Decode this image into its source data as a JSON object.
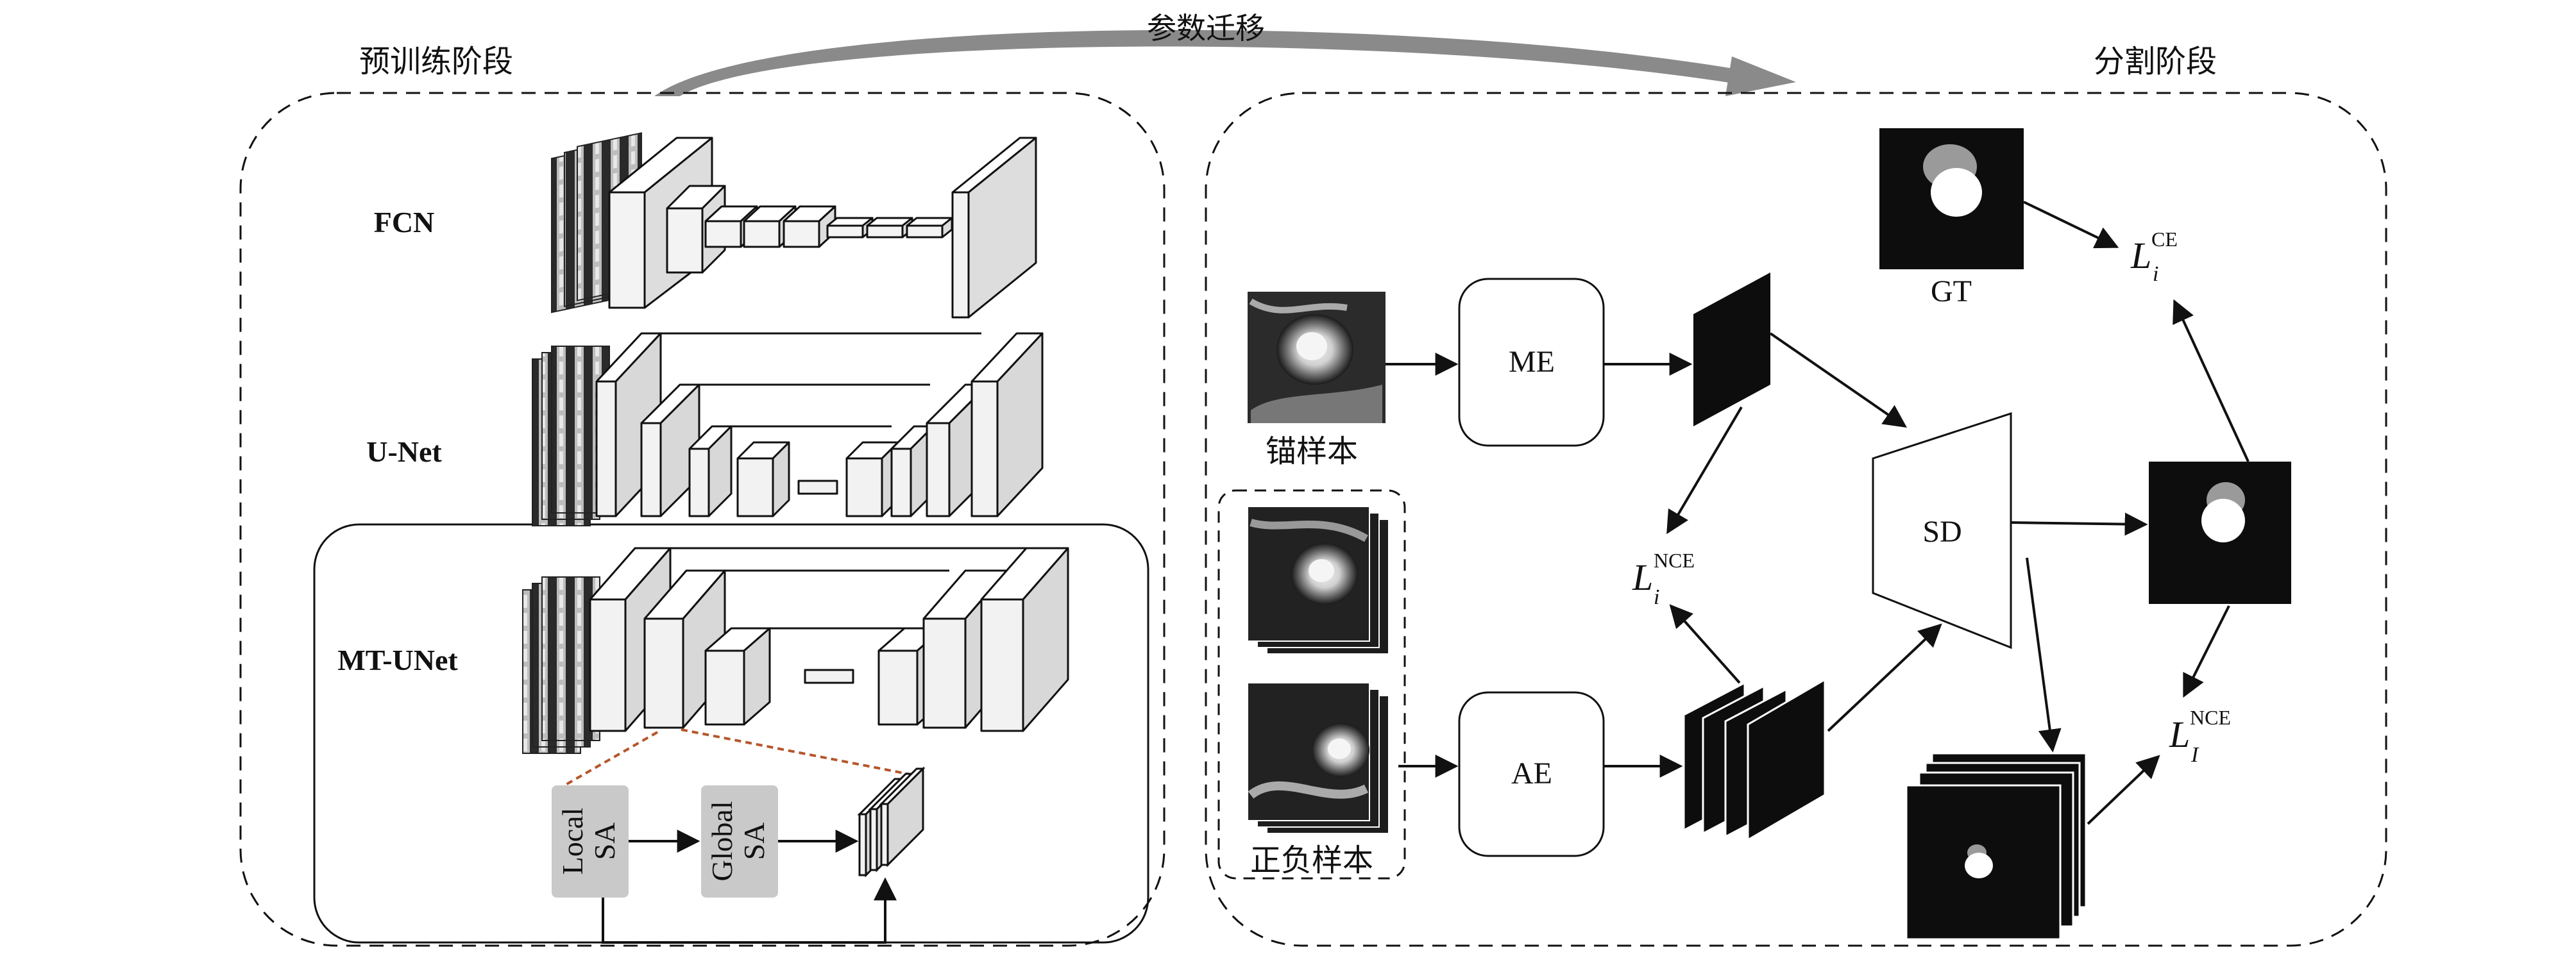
{
  "title_transfer": "参数迁移",
  "stages": {
    "pretrain": "预训练阶段",
    "segment": "分割阶段"
  },
  "models": {
    "fcn": "FCN",
    "unet": "U-Net",
    "mtunet": "MT-UNet"
  },
  "attention": {
    "local_line1": "Local",
    "local_line2": "SA",
    "global_line1": "Global",
    "global_line2": "SA"
  },
  "encoders": {
    "me": "ME",
    "ae": "AE",
    "sd": "SD"
  },
  "samples": {
    "anchor": "锚样本",
    "pos_neg": "正负样本"
  },
  "gt": "GT",
  "losses": {
    "ce_main": "L",
    "ce_sub": "i",
    "ce_sup": "CE",
    "nce_main": "L",
    "nce_sub": "i",
    "nce_sup": "NCE",
    "nceI_main": "L",
    "nceI_sub": "I",
    "nceI_sup": "NCE"
  },
  "colors": {
    "stroke": "#111111",
    "dash_red": "#b5562a",
    "arrow_grey": "#8a8a8a",
    "sa_box": "#c9c9c9",
    "block_face": "#f2f2f2",
    "block_top": "#ffffff",
    "block_side": "#d8d8d8",
    "feature_black": "#0d0d0d"
  }
}
